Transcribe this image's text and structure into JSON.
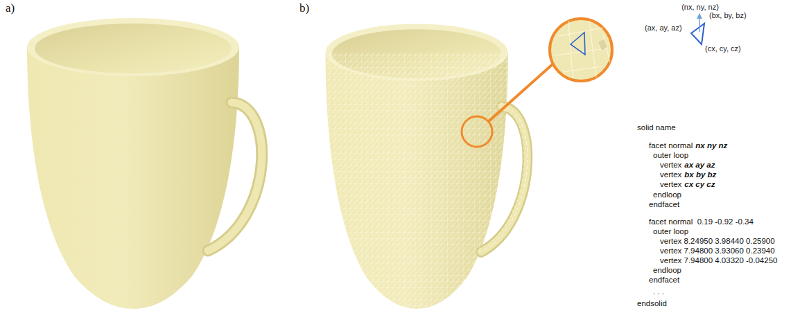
{
  "diagram": {
    "labels": [
      "a)",
      "b)",
      "(nx, ny, nz)",
      "(ax, ay, az)",
      "(bx, by, bz)",
      "(cx, cy, cz)",
      "solid name",
      "facet normal",
      "nx ny nz",
      "outer loop",
      "vertex",
      "ax ay az",
      "vertex",
      "bx by bz",
      "vertex",
      "cx cy cz",
      "endloop",
      "endfacet",
      "facet normal  0.19 -0.92 -0.34",
      "outer loop",
      "vertex 8.24950 3.98440 0.25900",
      "vertex 7.94800 3.93060 0.23940",
      "vertex 7.94800 4.03320 -0.04250",
      "endloop",
      "endfacet",
      ". . .",
      "endsolid"
    ]
  }
}
